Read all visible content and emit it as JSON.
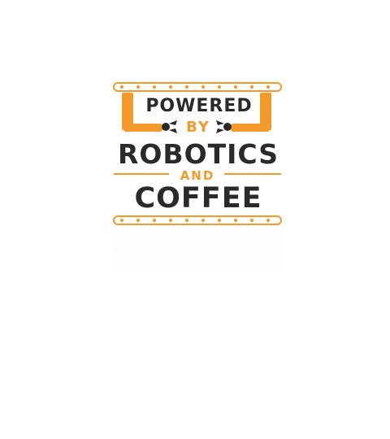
{
  "design": {
    "line1": "POWERED",
    "line2": "BY",
    "line3": "ROBOTICS",
    "line4": "AND",
    "line5": "COFFEE",
    "colors": {
      "accent": "#f39a2b",
      "dark": "#2a2a2a",
      "background": "#ffffff"
    },
    "icons": [
      "robot-arm-icon",
      "gear-icon",
      "coffee-cup-icon",
      "conveyor-belt-icon"
    ]
  }
}
